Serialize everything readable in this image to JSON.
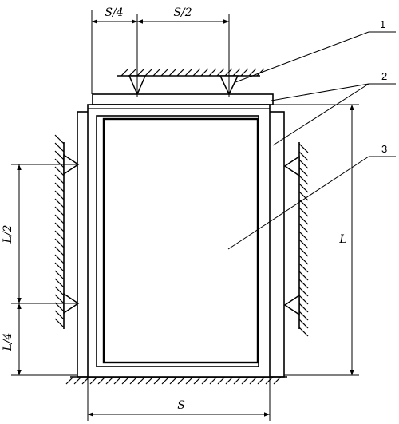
{
  "dimensions": {
    "top_quarter": "S/4",
    "top_half": "S/2",
    "left_half": "L/2",
    "left_quarter": "L/4",
    "height": "L",
    "width": "S"
  },
  "callouts": {
    "c1": "1",
    "c2": "2",
    "c3": "3"
  },
  "colors": {
    "ink": "#000000",
    "background": "#ffffff"
  }
}
